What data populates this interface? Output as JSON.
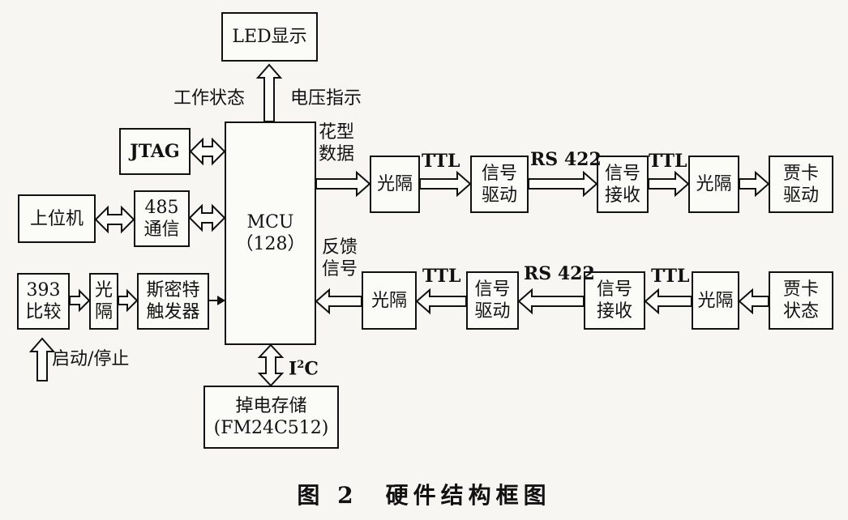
{
  "blocks": {
    "led": "LED显示",
    "jtag": "JTAG",
    "host": "上位机",
    "comm485": "485\n通信",
    "mcu": "MCU\n（128）",
    "cmp393": "393\n比较",
    "opto_left": "光\n隔",
    "schmitt": "斯密特\n触发器",
    "storage": "掉电存储\n(FM24C512)",
    "opto_top1": "光隔",
    "driver_top": "信号\n驱动",
    "receiver_top": "信号\n接收",
    "opto_top2": "光隔",
    "jacquard_driver": "贾卡\n驱动",
    "opto_bot1": "光隔",
    "driver_bot": "信号\n驱动",
    "receiver_bot": "信号\n接收",
    "opto_bot2": "光隔",
    "jacquard_status": "贾卡\n状态"
  },
  "labels": {
    "work_status": "工作状态",
    "voltage_indicator": "电压指示",
    "pattern_data": "花型\n数据",
    "feedback_signal": "反馈\n信号",
    "ttl": "TTL",
    "rs422": "RS 422",
    "i2c_main": "I",
    "i2c_sup": "2",
    "i2c_tail": "C",
    "start_stop": "启动/停止"
  },
  "caption": "图 2　硬件结构框图"
}
